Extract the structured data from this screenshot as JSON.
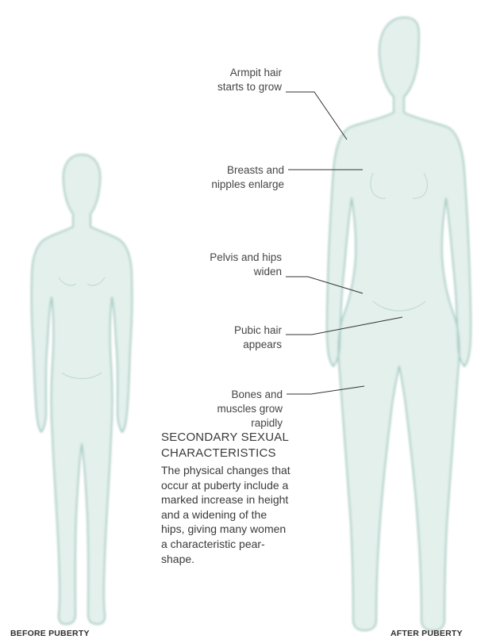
{
  "labels": {
    "armpit": "Armpit hair\nstarts to grow",
    "breasts": "Breasts and\nnipples enlarge",
    "pelvis": "Pelvis and hips\nwiden",
    "pubic": "Pubic hair\nappears",
    "bones": "Bones and\nmuscles grow\nrapidly"
  },
  "caption": {
    "title": "SECONDARY SEXUAL\nCHARACTERISTICS",
    "body": "The physical changes that occur at puberty include a marked increase in height and a widening of the hips, giving many women a characteristic pear-shape."
  },
  "stages": {
    "before": "BEFORE PUBERTY",
    "after": "AFTER PUBERTY"
  },
  "colors": {
    "body_fill": "#e3f0ec",
    "body_outline": "#aacdc5",
    "leader_line": "#333333"
  }
}
